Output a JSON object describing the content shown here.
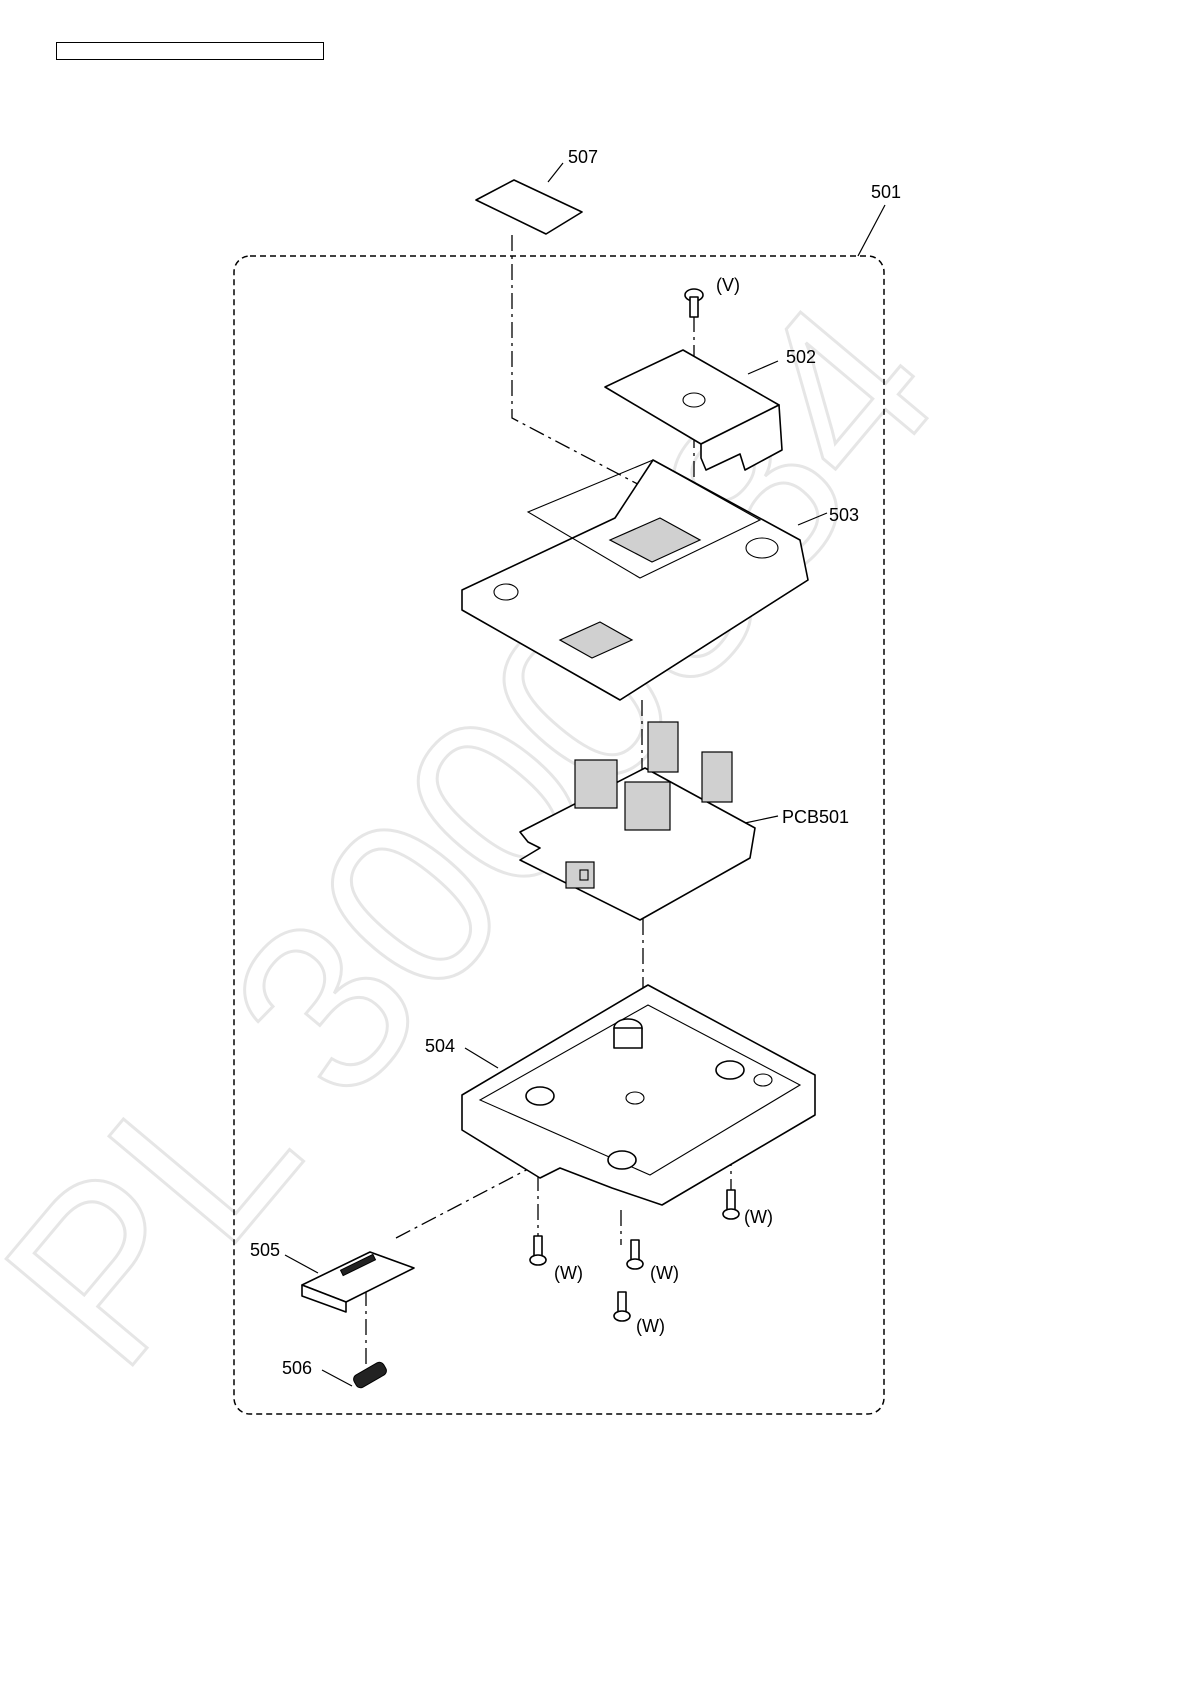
{
  "colors": {
    "ink": "#000000",
    "paper": "#ffffff",
    "watermark": "#e6e6e6"
  },
  "watermark": "PL 3000884",
  "labels": {
    "p507": "507",
    "p501": "501",
    "v_screw": "(V)",
    "p502": "502",
    "p503": "503",
    "pcb501": "PCB501",
    "p504": "504",
    "w1": "(W)",
    "p505": "505",
    "w2": "(W)",
    "w3": "(W)",
    "w4": "(W)",
    "p506": "506"
  }
}
